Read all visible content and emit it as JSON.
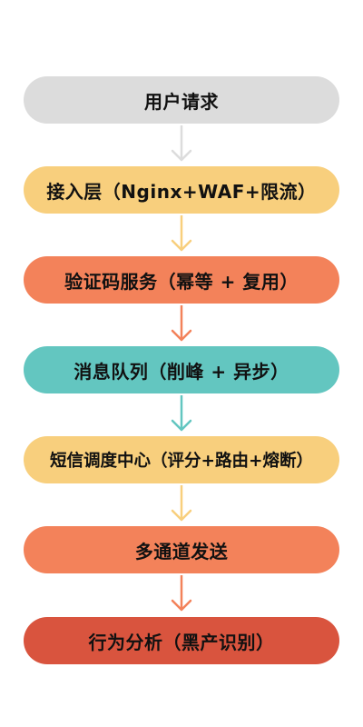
{
  "steps": [
    {
      "label": "用户请求",
      "color": "#dcdcdc"
    },
    {
      "label": "接入层（Nginx+WAF+限流）",
      "color": "#f8cf7d"
    },
    {
      "label": "验证码服务（幂等 + 复用）",
      "color": "#f3825a"
    },
    {
      "label": "消息队列（削峰 + 异步）",
      "color": "#63c6c0"
    },
    {
      "label": "短信调度中心（评分+路由+熔断）",
      "color": "#f8cf7d"
    },
    {
      "label": "多通道发送",
      "color": "#f3825a"
    },
    {
      "label": "行为分析（黑产识别）",
      "color": "#d9543e"
    }
  ],
  "arrows": [
    {
      "icon": "down-arrow-icon",
      "color": "#dcdcdc"
    },
    {
      "icon": "down-arrow-icon",
      "color": "#f8cf7d"
    },
    {
      "icon": "down-arrow-icon",
      "color": "#f3825a"
    },
    {
      "icon": "down-arrow-icon",
      "color": "#63c6c0"
    },
    {
      "icon": "down-arrow-icon",
      "color": "#f8cf7d"
    },
    {
      "icon": "down-arrow-icon",
      "color": "#f3825a"
    }
  ]
}
